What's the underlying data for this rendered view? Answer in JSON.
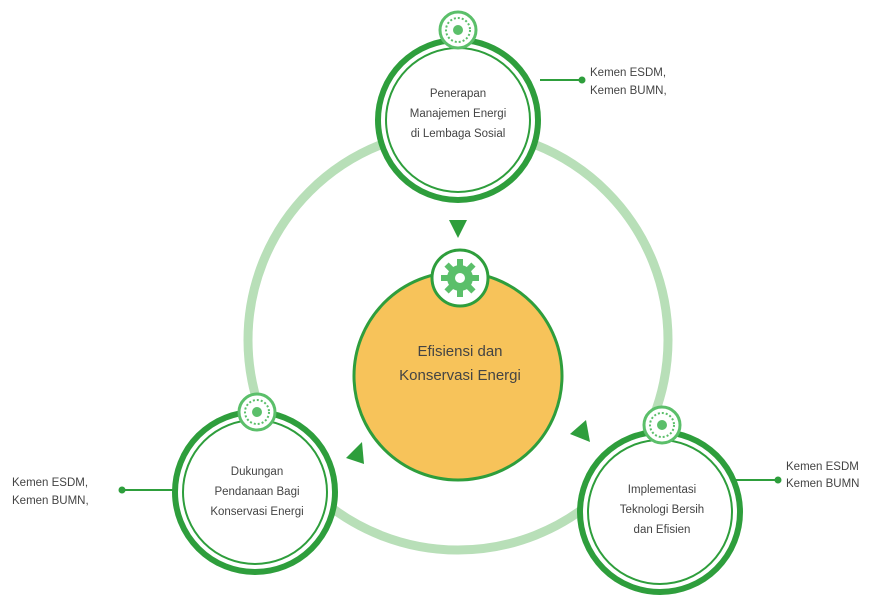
{
  "colors": {
    "ring": "#b8dfb8",
    "dark_green": "#2e9e3c",
    "center_fill": "#f7c35a",
    "text": "#444444"
  },
  "center": {
    "icon": "gear-icon",
    "line1": "Efisiensi dan",
    "line2": "Konservasi Energi"
  },
  "nodes": [
    {
      "icon": "sun-badge-icon",
      "lines": [
        "Penerapan",
        "Manajemen Energi",
        "di Lembaga Sosial"
      ],
      "stakeholders": [
        "Kemen ESDM,",
        "Kemen BUMN,"
      ]
    },
    {
      "icon": "sun-badge-icon",
      "lines": [
        "Implementasi",
        "Teknologi Bersih",
        "dan Efisien"
      ],
      "stakeholders": [
        "Kemen ESDM",
        "Kemen BUMN"
      ]
    },
    {
      "icon": "sun-badge-icon",
      "lines": [
        "Dukungan",
        "Pendanaan Bagi",
        "Konservasi Energi"
      ],
      "stakeholders": [
        "Kemen ESDM,",
        "Kemen BUMN,"
      ]
    }
  ]
}
